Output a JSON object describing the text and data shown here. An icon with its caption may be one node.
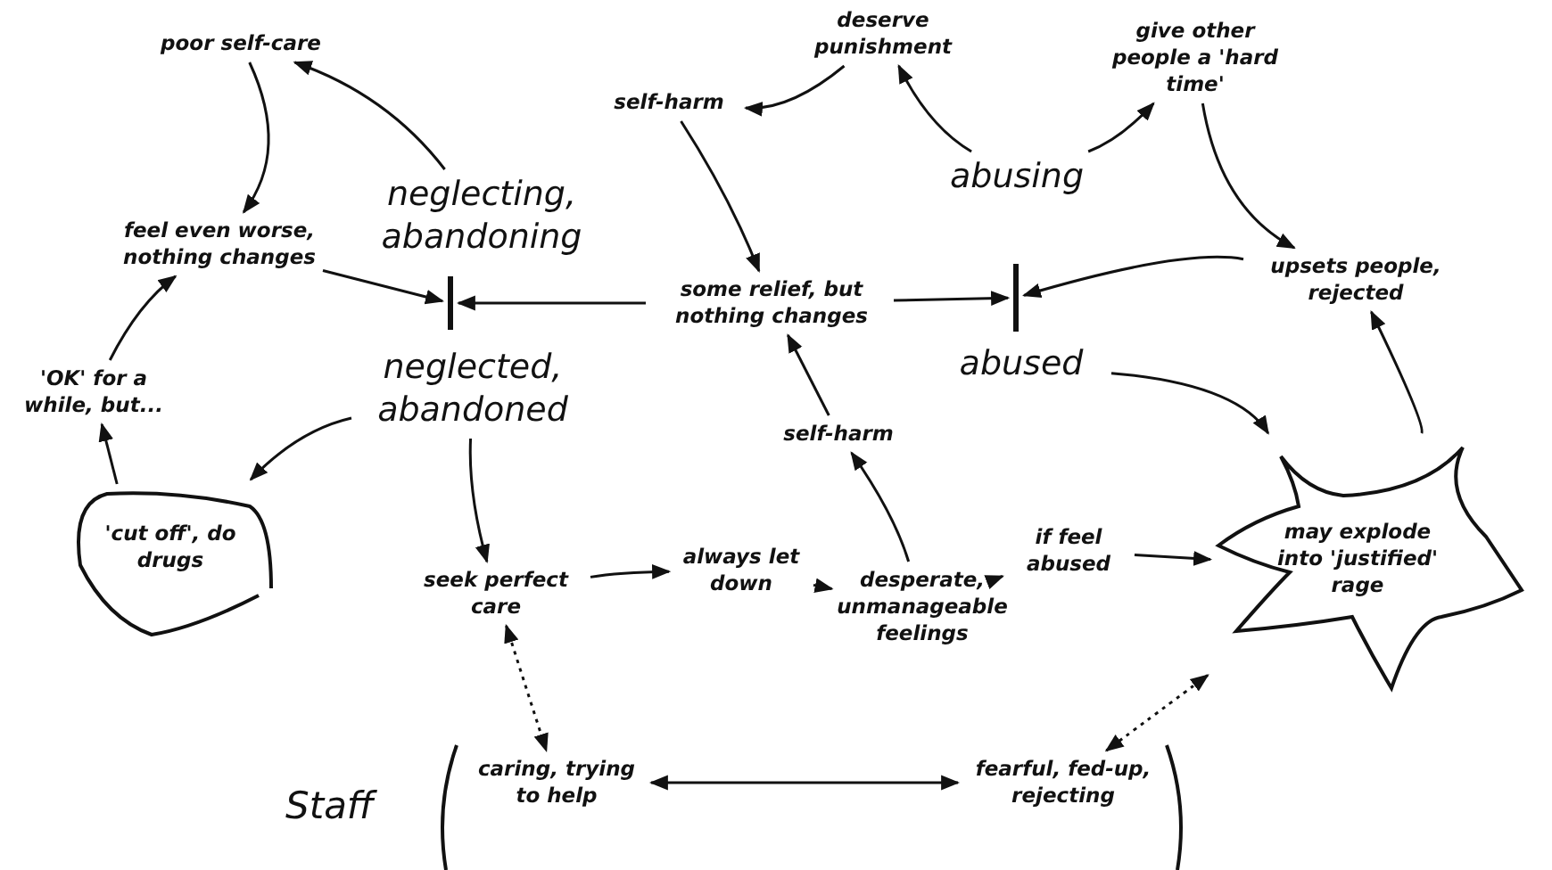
{
  "diagram": {
    "nodes": [
      {
        "text": [
          "poor self-care"
        ]
      },
      {
        "text": [
          "deserve punishment"
        ]
      },
      {
        "text": [
          "give other people a 'hard time'"
        ]
      },
      {
        "text": [
          "self-harm"
        ]
      },
      {
        "text": [
          "neglecting, abandoning"
        ]
      },
      {
        "text": [
          "abusing"
        ]
      },
      {
        "text": [
          "feel even worse, nothing changes"
        ]
      },
      {
        "text": [],
        "shape": "bar"
      },
      {
        "text": [
          "some relief, but nothing changes"
        ]
      },
      {
        "text": [],
        "shape": "bar"
      },
      {
        "text": [
          "upsets people, rejected"
        ]
      },
      {
        "text": [
          "'OK' for a while, but..."
        ]
      },
      {
        "text": [
          "neglected, abandoned"
        ]
      },
      {
        "text": [
          "abused"
        ]
      },
      {
        "text": [
          "self-harm"
        ]
      },
      {
        "text": [
          "'cut off', do drugs"
        ]
      },
      {
        "text": [
          "seek perfect care"
        ]
      },
      {
        "text": [
          "always let down"
        ]
      },
      {
        "text": [
          "desperate, unmanageable feelings"
        ]
      },
      {
        "text": [
          "if feel abused"
        ]
      },
      {
        "text": [
          "may explode into 'justified' rage"
        ]
      },
      {
        "text": [
          "caring, trying to help"
        ]
      },
      {
        "text": [
          "fearful, fed-up, rejecting"
        ]
      }
    ],
    "edges": [
      {
        "from": 0,
        "to": 6,
        "arrow": "to"
      },
      {
        "from": 4,
        "to": 0,
        "arrow": "to"
      },
      {
        "from": 6,
        "to": 7,
        "arrow": "to"
      },
      {
        "from": 8,
        "to": 7,
        "arrow": "to"
      },
      {
        "from": 8,
        "to": 9,
        "arrow": "to"
      },
      {
        "from": 1,
        "to": 3,
        "arrow": "to"
      },
      {
        "from": 3,
        "to": 8,
        "arrow": "to"
      },
      {
        "from": 5,
        "to": 1,
        "arrow": "to"
      },
      {
        "from": 5,
        "to": 2,
        "arrow": "to"
      },
      {
        "from": 2,
        "to": 10,
        "arrow": "to"
      },
      {
        "from": 10,
        "to": 9,
        "arrow": "to"
      },
      {
        "from": 20,
        "to": 10,
        "arrow": "to"
      },
      {
        "from": 13,
        "to": 20,
        "arrow": "to"
      },
      {
        "from": 11,
        "to": 6,
        "arrow": "to"
      },
      {
        "from": 15,
        "to": 11,
        "arrow": "to"
      },
      {
        "from": 12,
        "to": 15,
        "arrow": "to"
      },
      {
        "from": 12,
        "to": 16,
        "arrow": "to"
      },
      {
        "from": 16,
        "to": 17,
        "arrow": "to"
      },
      {
        "from": 17,
        "to": 18,
        "arrow": "to"
      },
      {
        "from": 18,
        "to": 14,
        "arrow": "to"
      },
      {
        "from": 14,
        "to": 8,
        "arrow": "to"
      },
      {
        "from": 18,
        "to": 19,
        "arrow": "to"
      },
      {
        "from": 19,
        "to": 20,
        "arrow": "to"
      },
      {
        "from": 16,
        "to": 21,
        "arrow": "both",
        "style": "dashed"
      },
      {
        "from": 20,
        "to": 22,
        "arrow": "both",
        "style": "dashed"
      },
      {
        "from": 21,
        "to": 22,
        "arrow": "both"
      }
    ],
    "labels": [
      "Staff"
    ]
  }
}
